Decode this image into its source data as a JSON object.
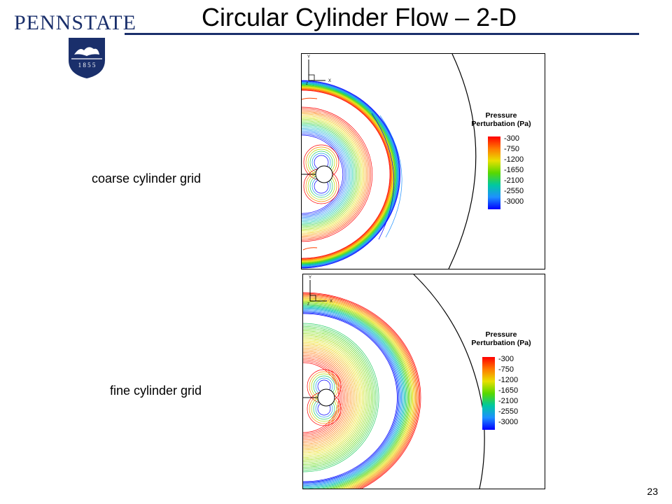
{
  "slide": {
    "title": "Circular Cylinder Flow – 2-D",
    "page_number": "23"
  },
  "logo": {
    "wordmark": "PENNSTATE",
    "year": "1 8 5 5"
  },
  "plots": [
    {
      "label": "coarse cylinder grid",
      "axis_x": "X",
      "axis_y": "Y",
      "axis_z": "Z",
      "legend_title_line1": "Pressure",
      "legend_title_line2": "Perturbation (Pa)",
      "legend_levels": [
        "-300",
        "-750",
        "-1200",
        "-1650",
        "-2100",
        "-2550",
        "-3000"
      ]
    },
    {
      "label": "fine cylinder grid",
      "axis_x": "X",
      "axis_y": "Y",
      "axis_z": "Z",
      "legend_title_line1": "Pressure",
      "legend_title_line2": "Perturbation (Pa)",
      "legend_levels": [
        "-300",
        "-750",
        "-1200",
        "-1650",
        "-2100",
        "-2550",
        "-3000"
      ]
    }
  ],
  "colors": {
    "brand_navy": "#1a2f6b",
    "colormap": [
      "#ff0000",
      "#ff7a00",
      "#e8e000",
      "#58d800",
      "#00c8a0",
      "#1e90ff",
      "#0000ff"
    ]
  }
}
